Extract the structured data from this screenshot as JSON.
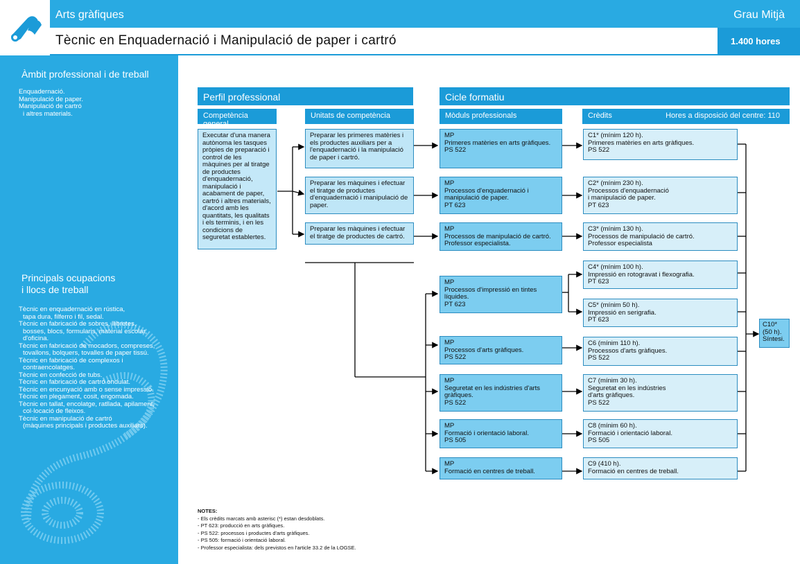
{
  "header": {
    "family": "Arts gràfiques",
    "grade": "Grau Mitjà",
    "title": "Tècnic en Enquadernació i Manipulació de paper i cartró",
    "hours": "1.400 hores"
  },
  "sidebar": {
    "scope_title": "Àmbit professional i de treball",
    "scope_items": [
      "Enquadernació.",
      "Manipulació de paper.",
      "Manipulació de cartró\ni altres materials."
    ],
    "jobs_title_1": "Principals ocupacions",
    "jobs_title_2": "i llocs de treball",
    "jobs_items": [
      "Tècnic en enquadernació en rústica,\ntapa dura, filferro i fil, sedal.",
      "Tècnic en fabricació de sobres, llibretes,\nbosses, blocs, formularis, material escolar,\nd'oficina.",
      "Tècnic en fabricació de mocadors, compreses,\ntovallons, bolquers, tovalles de paper tissú.",
      "Tècnic en fabricació de complexos i\ncontraencolatges.",
      "Tècnic en confecció de tubs.",
      "Tècnic en fabricació de cartró ondulat.",
      "Tècnic en encunyació amb o sense impressió.",
      "Tècnic en plegament, cosit, engomada.",
      "Tècnic en tallat, encolatge, ratllada, apilament,\ncol·locació de fleixos.",
      "Tècnic en manipulació de cartró\n(màquines principals i productes auxiliars)."
    ]
  },
  "profile": {
    "title": "Perfil professional",
    "general_label": "Competència general",
    "units_label": "Unitats de competència",
    "general_text": "Executar d'una manera autònoma les tasques pròpies de preparació i control de les màquines per al tiratge de productes d'enquadernació, manipulació i acabament de paper, cartró i altres materials, d'acord amb les quantitats, les qualitats i els terminis, i en les condicions de seguretat establertes.",
    "units": [
      "Preparar les primeres matèries i els productes auxiliars per a l'enquadernació i la manipulació de paper i cartró.",
      "Preparar les màquines i efectuar el tiratge de productes d'enquadernació i manipulació de paper.",
      "Preparar les màquines i efectuar el tiratge de productes de cartró."
    ]
  },
  "cycle": {
    "title": "Cicle formatiu",
    "modules_label": "Mòduls professionals",
    "credits_label": "Crèdits",
    "hours_label": "Hores a disposició del centre: 110",
    "modules": [
      "MP\nPrimeres matèries en arts gràfiques.\nPS 522",
      "MP\nProcessos d'enquadernació i\nmanipulació de paper.\nPT 623",
      "MP\nProcessos de manipulació de cartró.\nProfessor especialista.",
      "MP\nProcessos d'impressió en tintes\nlíquides.\nPT 623",
      "MP\nProcessos d'arts gràfiques.\nPS 522",
      "MP\nSeguretat en les indústries d'arts\ngràfiques.\nPS 522",
      "MP\nFormació i orientació laboral.\nPS 505",
      "MP\nFormació en centres de treball."
    ],
    "credits": [
      "C1* (mínim 120 h).\nPrimeres matèries en arts gràfiques.\nPS 522",
      "C2* (mínim 230 h).\nProcessos d'enquadernació\ni manipulació de paper.\nPT 623",
      "C3* (mínim 130 h).\nProcessos de manipulació de cartró.\nProfessor especialista",
      "C4* (mínim 100 h).\nImpressió en rotogravat i flexografia.\nPT 623",
      "C5* (mínim 50 h).\nImpressió en serigrafia.\nPT 623",
      "C6 (mínim 110 h).\nProcessos d'arts gràfiques.\nPS 522",
      "C7 (mínim 30 h).\nSeguretat en les indústries\nd'arts gràfiques.\nPS 522",
      "C8 (mínim 60 h).\nFormació i orientació laboral.\nPS 505",
      "C9 (410 h).\nFormació en centres de treball."
    ],
    "c10": "C10*\n(50 h).\nSíntesi."
  },
  "notes": {
    "title": "NOTES:",
    "items": [
      "- Els crèdits marcats amb asterisc (*) estan desdoblats.",
      "- PT 623: producció en arts gràfiques.",
      "- PS 522: processos i productes d'arts gràfiques.",
      "- PS 505: formació i orientació laboral.",
      "- Professor especialista: dels previstos en l'article 33.2 de la LOGSE."
    ]
  },
  "colors": {
    "primary": "#29aae2",
    "dark": "#1b9bd8",
    "module": "#7ccdf0",
    "credit": "#d7eff9"
  }
}
